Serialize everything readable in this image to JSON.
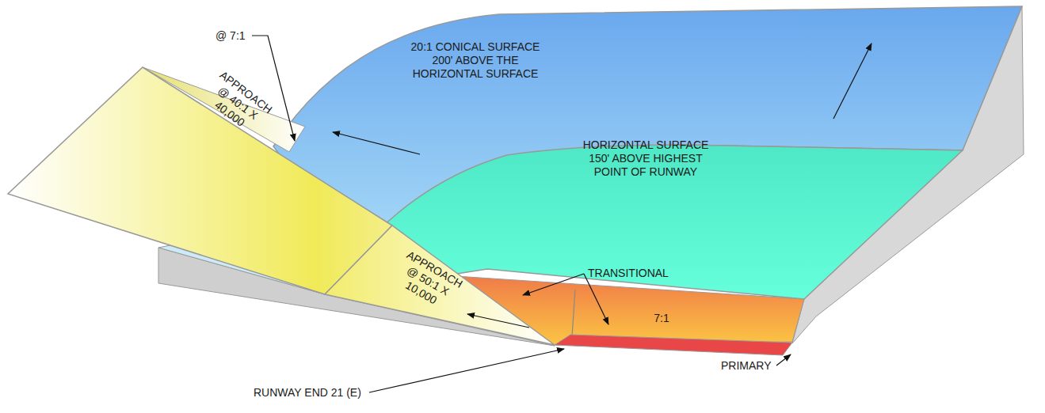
{
  "diagram": {
    "nodes": [
      {
        "text": [
          "20:1 CONICAL SURFACE 200' ABOVE THE HORIZONTAL SURFACE"
        ]
      },
      {
        "text": [
          "HORIZONTAL SURFACE 150' ABOVE HIGHEST POINT OF RUNWAY"
        ]
      },
      {
        "text": [
          "APPROACH @ 40:1 X 40,000"
        ]
      },
      {
        "text": [
          "APPROACH @ 50:1 X 10,000"
        ]
      },
      {
        "text": [
          "7:1"
        ]
      }
    ],
    "labels": [
      "@ 7:1",
      "TRANSITIONAL",
      "RUNWAY END 21 (E)",
      "PRIMARY"
    ]
  }
}
